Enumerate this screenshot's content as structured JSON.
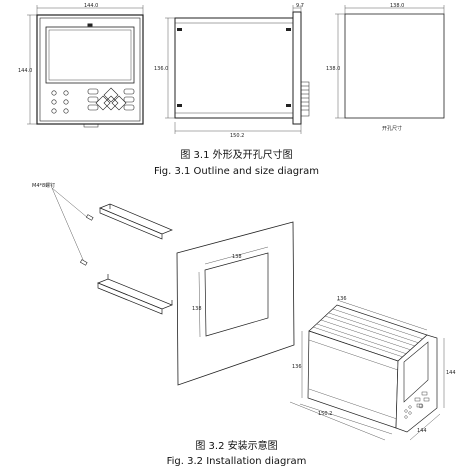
{
  "fig31": {
    "caption_cn": "图 3.1 外形及开孔尺寸图",
    "caption_en": "Fig. 3.1 Outline and size diagram",
    "front_width": "144.0",
    "front_height": "144.0",
    "side_height": "136.0",
    "side_depth": "150.2",
    "side_bezel": "9.7",
    "cutout_width": "138.0",
    "cutout_height": "138.0",
    "cutout_label": "开孔尺寸"
  },
  "fig32": {
    "caption_cn": "图 3.2 安装示意图",
    "caption_en": "Fig. 3.2 Installation diagram",
    "screw_label": "M4*8螺钉",
    "panel_w": "138",
    "panel_h": "138",
    "dev_top": "136",
    "dev_left": "136",
    "dev_right": "144",
    "dev_depth": "150.2",
    "dev_bottom": "144"
  }
}
